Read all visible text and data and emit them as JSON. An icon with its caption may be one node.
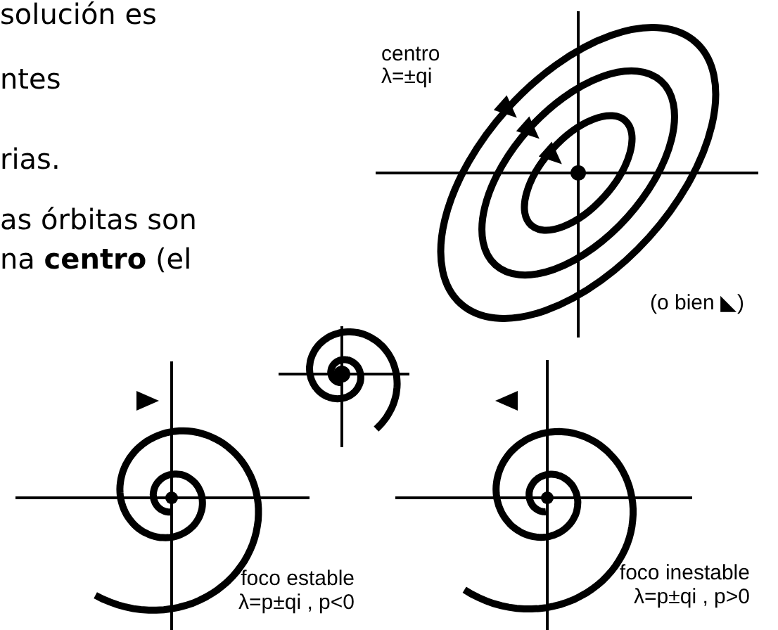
{
  "diagram": {
    "labels": [
      "solución es",
      "ntes",
      "rias.",
      "as órbitas son",
      "na **centro** (el",
      "centro",
      "λ=±qi",
      "(o bien ◣)",
      "foco estable",
      "λ=p±qi , p<0",
      "foco inestable",
      "λ=p±qi , p>0"
    ]
  }
}
